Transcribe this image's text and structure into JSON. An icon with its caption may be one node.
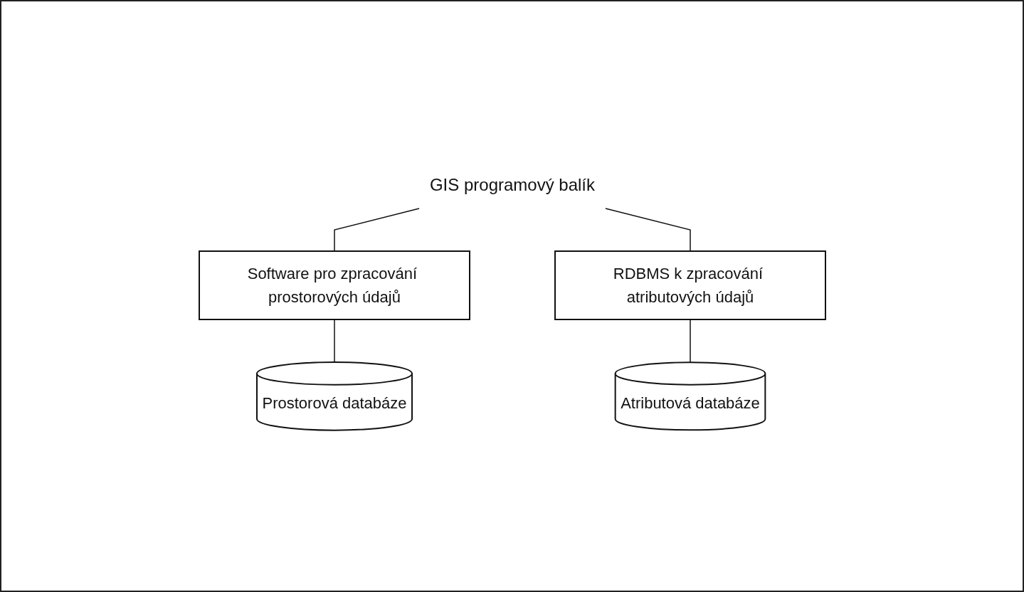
{
  "diagram": {
    "nodes": [
      {
        "text": [
          "GIS programový balík"
        ]
      },
      {
        "text": [
          "Software pro zpracování prostorových údajů"
        ]
      },
      {
        "text": [
          "RDBMS k zpracování atributových údajů"
        ]
      },
      {
        "text": [
          "Prostorová databáze"
        ]
      },
      {
        "text": [
          "Atributová databáze"
        ]
      }
    ],
    "edges": [
      {
        "from": 0,
        "to": 1,
        "arrow": "none"
      },
      {
        "from": 0,
        "to": 2,
        "arrow": "none"
      },
      {
        "from": 1,
        "to": 3,
        "arrow": "none"
      },
      {
        "from": 2,
        "to": 4,
        "arrow": "none"
      }
    ]
  }
}
